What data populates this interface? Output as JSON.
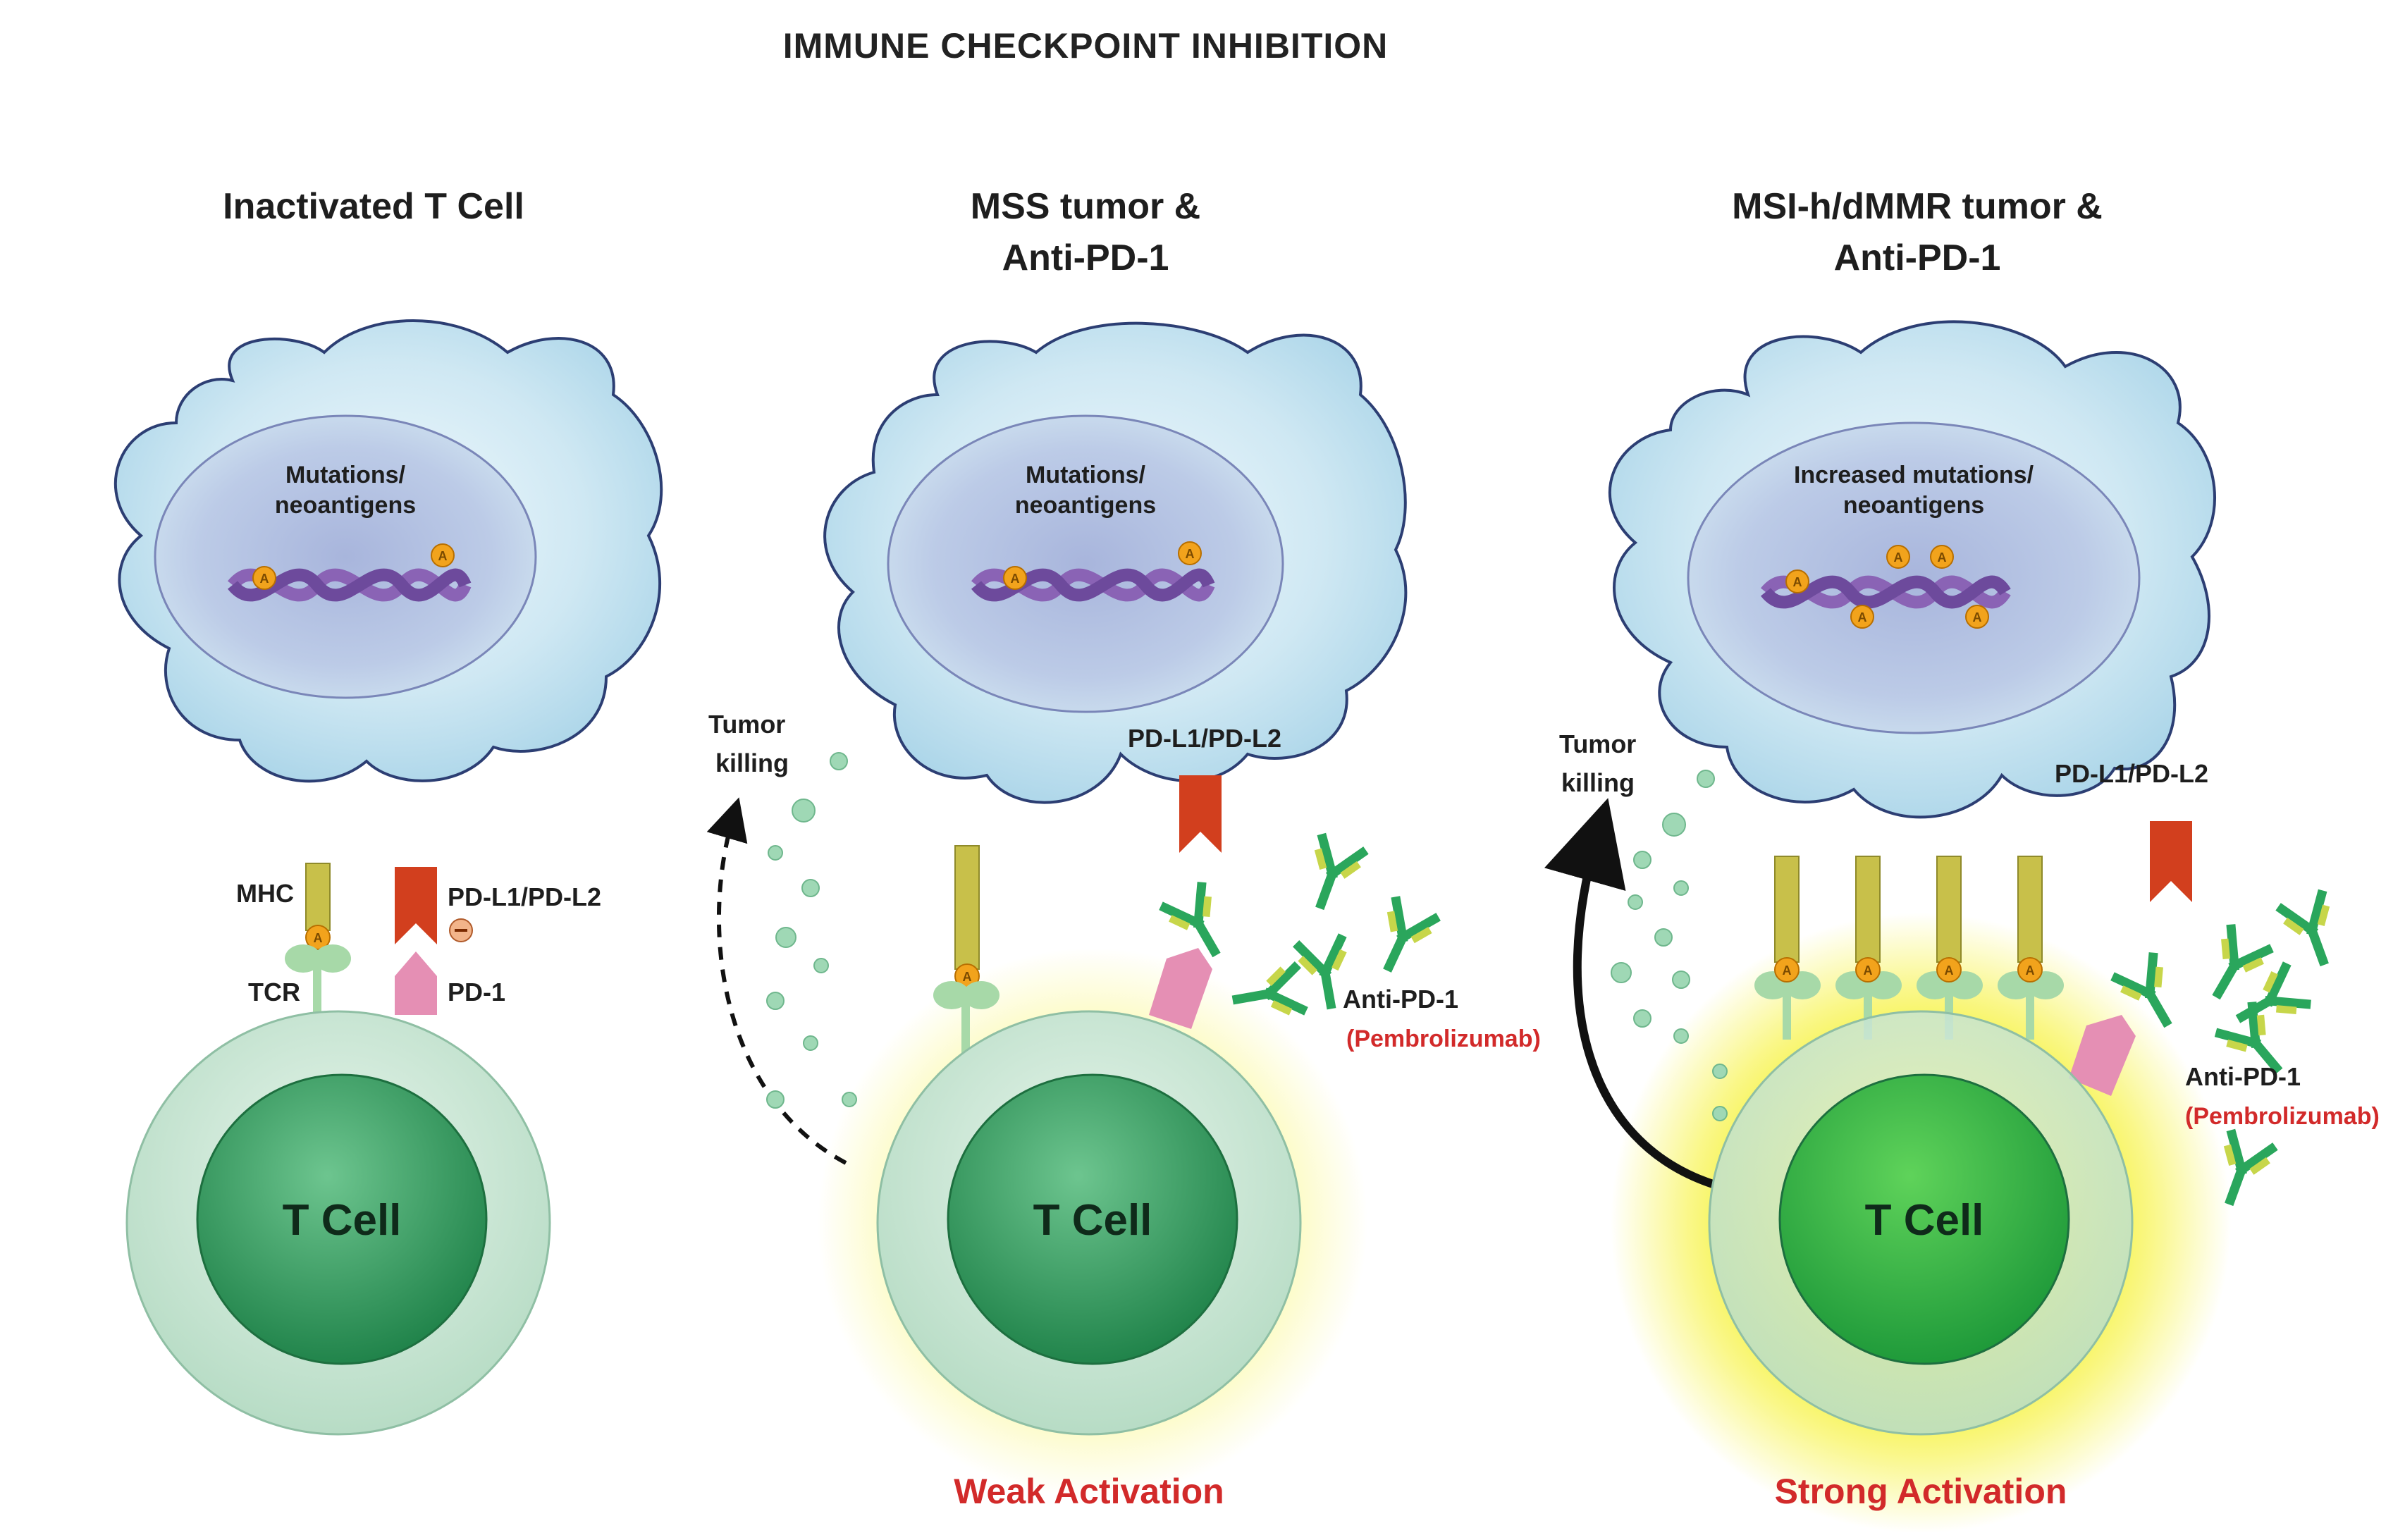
{
  "title": "IMMUNE CHECKPOINT INHIBITION",
  "panels": [
    {
      "title_line1": "Inactivated T Cell",
      "title_line2": "",
      "nucleus_line1": "Mutations/",
      "nucleus_line2": "neoantigens",
      "mhc": "MHC",
      "tcr": "TCR",
      "pdl": "PD-L1/PD-L2",
      "pd1": "PD-1",
      "tcell": "T Cell"
    },
    {
      "title_line1": "MSS tumor &",
      "title_line2": "Anti-PD-1",
      "nucleus_line1": "Mutations/",
      "nucleus_line2": "neoantigens",
      "pdl": "PD-L1/PD-L2",
      "killing_line1": "Tumor",
      "killing_line2": "killing",
      "anti_line1": "Anti-PD-1",
      "anti_line2": "(Pembrolizumab)",
      "tcell": "T Cell",
      "activation": "Weak Activation"
    },
    {
      "title_line1": "MSI-h/dMMR tumor &",
      "title_line2": "Anti-PD-1",
      "nucleus_line1": "Increased mutations/",
      "nucleus_line2": "neoantigens",
      "pdl": "PD-L1/PD-L2",
      "killing_line1": "Tumor",
      "killing_line2": "killing",
      "anti_line1": "Anti-PD-1",
      "anti_line2": "(Pembrolizumab)",
      "tcell": "T Cell",
      "activation": "Strong Activation"
    }
  ],
  "antigen_marker": "A",
  "colors": {
    "tumor_fill": "#cfe8f3",
    "tumor_outline": "#2c3e73",
    "nucleus_fill": "#b9c8e6",
    "dna": "#8a63b5",
    "antigen": "#f2a31c",
    "mhc": "#c8c04a",
    "pdl": "#d23f1e",
    "pd1": "#e58fb4",
    "antibody": "#2aa65c",
    "tcell_outer": "#cfead9",
    "tcell_inner": "#2e9e5f",
    "glow": "#f6f02a",
    "activation_text": "#d22a2a"
  }
}
